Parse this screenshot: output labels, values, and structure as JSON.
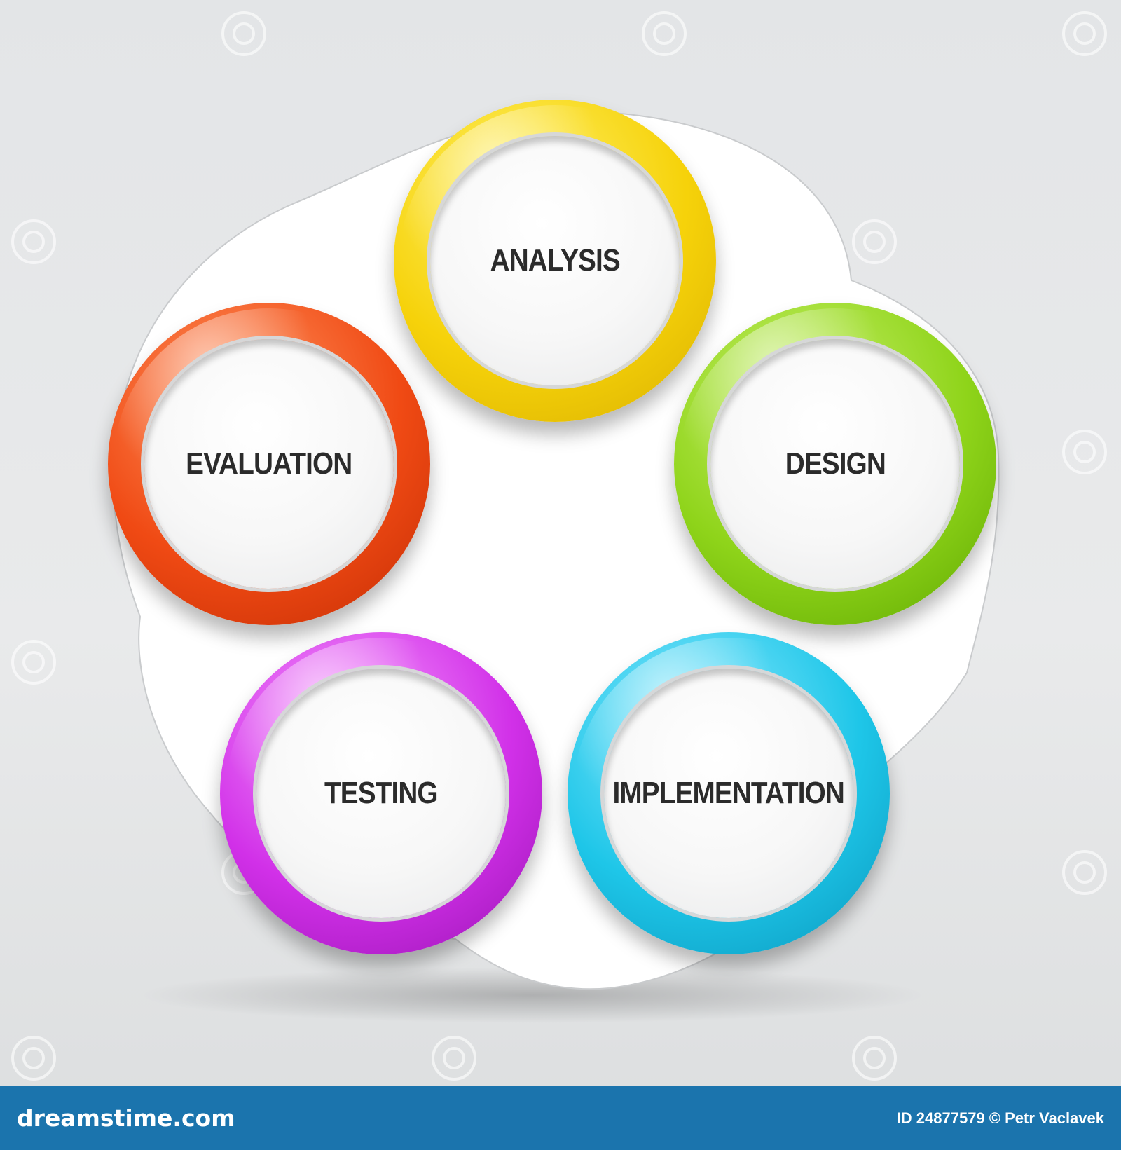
{
  "diagram": {
    "steps": [
      {
        "label": "ANALYSIS",
        "color": "#f6d20a"
      },
      {
        "label": "DESIGN",
        "color": "#8fd41a"
      },
      {
        "label": "IMPLEMENTATION",
        "color": "#1ec6e8"
      },
      {
        "label": "TESTING",
        "color": "#d130e8"
      },
      {
        "label": "EVALUATION",
        "color": "#f04a14"
      }
    ]
  },
  "footer": {
    "brand": "dreamstime.com",
    "credit": "ID 24877579 © Petr Vaclavek",
    "background": "#1b74ad"
  },
  "watermark": {
    "icon": "dreamstime-spiral-logo"
  }
}
